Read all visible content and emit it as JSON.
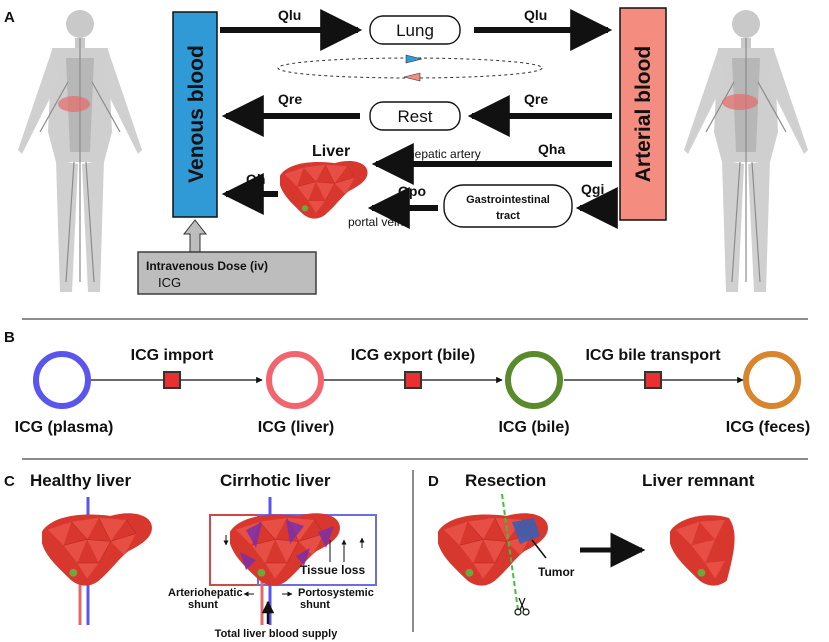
{
  "panel_a": {
    "letter": "A",
    "venous": "Venous blood",
    "arterial": "Arterial blood",
    "lung": "Lung",
    "rest": "Rest",
    "liver": "Liver",
    "gi_line1": "Gastrointestinal",
    "gi_line2": "tract",
    "qlu": "Qlu",
    "qre": "Qre",
    "qha": "Qha",
    "qh": "Qh",
    "qpo": "Qpo",
    "qgi": "Qgi",
    "hepatic_artery": "hepatic artery",
    "portal_vein": "portal vein",
    "dose_title": "Intravenous Dose (iv)",
    "dose_sub": "ICG"
  },
  "panel_b": {
    "letter": "B",
    "import": "ICG import",
    "export": "ICG export (bile)",
    "transport": "ICG bile transport",
    "plasma": "ICG (plasma)",
    "liver": "ICG (liver)",
    "bile": "ICG (bile)",
    "feces": "ICG (feces)",
    "colors": {
      "plasma": "#5b55f0",
      "liver": "#f2646e",
      "bile": "#5a8a2c",
      "feces": "#d8852e",
      "reaction": "#e83030"
    }
  },
  "panel_c": {
    "letter": "C",
    "healthy": "Healthy liver",
    "cirrhotic": "Cirrhotic liver",
    "tissue_loss": "Tissue loss",
    "arterio_1": "Arteriohepatic",
    "arterio_2": "shunt",
    "porto_1": "Portosystemic",
    "porto_2": "shunt",
    "supply": "Total liver blood supply"
  },
  "panel_d": {
    "letter": "D",
    "resection": "Resection",
    "remnant": "Liver remnant",
    "tumor": "Tumor"
  },
  "colors": {
    "venous": "#2f9ad6",
    "arterial": "#f58c80",
    "liver": "#d8372e",
    "dose": "#bdbdbd"
  }
}
